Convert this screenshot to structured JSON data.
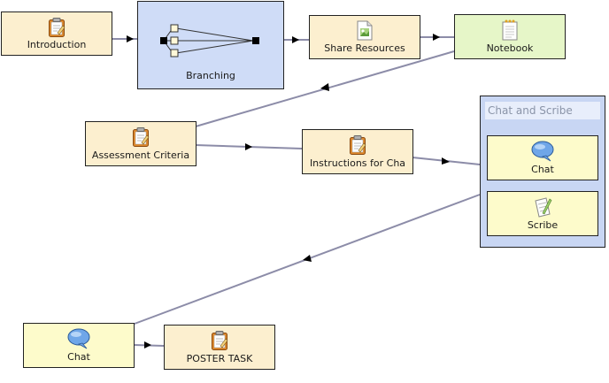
{
  "nodes": {
    "introduction": "Introduction",
    "branching": "Branching",
    "share_resources": "Share Resources",
    "notebook": "Notebook",
    "assessment_criteria": "Assessment Criteria",
    "instructions": "Instructions for Cha",
    "chat_main": "Chat",
    "poster_task": "POSTER TASK"
  },
  "group": {
    "title": "Chat and Scribe",
    "children": {
      "chat": "Chat",
      "scribe": "Scribe"
    }
  },
  "icons": {
    "activity": "clipboard-icon",
    "branching": "branching-icon",
    "share_resources": "image-file-icon",
    "notebook": "notebook-icon",
    "chat": "speech-bubble-icon",
    "scribe": "pencil-paper-icon"
  },
  "colors": {
    "activity_fill": "#fcefcf",
    "chat_fill": "#fdfbcb",
    "notebook_fill": "#e6f6c8",
    "branching_fill": "#cfdcf7",
    "group_fill": "#c8d6f3",
    "connector": "#8c8ca8"
  },
  "connections": [
    [
      "introduction",
      "branching"
    ],
    [
      "branching",
      "share_resources"
    ],
    [
      "share_resources",
      "notebook"
    ],
    [
      "notebook",
      "assessment_criteria"
    ],
    [
      "assessment_criteria",
      "instructions"
    ],
    [
      "instructions",
      "chat_and_scribe"
    ],
    [
      "chat_and_scribe",
      "chat_main"
    ],
    [
      "chat_main",
      "poster_task"
    ]
  ]
}
